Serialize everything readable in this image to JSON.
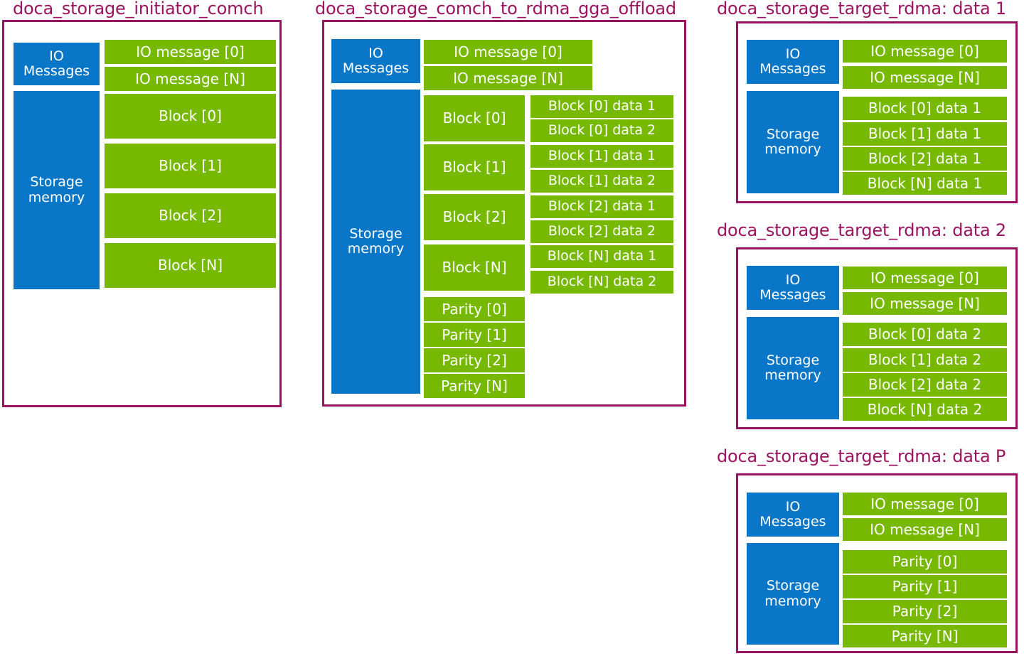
{
  "colors": {
    "frame_border": "#9B1360",
    "title_text": "#9B1360",
    "blue_block": "#0A76C8",
    "green_block": "#76B900",
    "block_text": "#FFFFFF",
    "background": "#FFFFFF"
  },
  "labels": {
    "io_messages": "IO\nMessages",
    "storage_memory": "Storage\nmemory"
  },
  "panels": [
    {
      "id": "initiator-comch",
      "title": "doca_storage_initiator_comch",
      "io_section_label": "IO Messages",
      "storage_section_label": "Storage memory",
      "io_messages": [
        "IO message [0]",
        "IO message [N]"
      ],
      "storage_items": [
        "Block [0]",
        "Block [1]",
        "Block [2]",
        "Block [N]"
      ]
    },
    {
      "id": "comch-to-rdma-gga-offload",
      "title": "doca_storage_comch_to_rdma_gga_offload",
      "io_section_label": "IO Messages",
      "storage_section_label": "Storage memory",
      "io_messages": [
        "IO message [0]",
        "IO message [N]"
      ],
      "blocks": [
        "Block [0]",
        "Block [1]",
        "Block [2]",
        "Block [N]"
      ],
      "parity": [
        "Parity [0]",
        "Parity [1]",
        "Parity [2]",
        "Parity [N]"
      ],
      "block_data": [
        "Block [0] data 1",
        "Block [0] data 2",
        "Block [1] data 1",
        "Block [1] data 2",
        "Block [2] data 1",
        "Block [2] data 2",
        "Block [N] data 1",
        "Block [N] data 2"
      ]
    },
    {
      "id": "target-rdma-data-1",
      "title": "doca_storage_target_rdma: data 1",
      "io_section_label": "IO Messages",
      "storage_section_label": "Storage memory",
      "io_messages": [
        "IO message [0]",
        "IO message [N]"
      ],
      "storage_items": [
        "Block [0] data 1",
        "Block [1] data 1",
        "Block [2] data 1",
        "Block [N] data 1"
      ]
    },
    {
      "id": "target-rdma-data-2",
      "title": "doca_storage_target_rdma: data 2",
      "io_section_label": "IO Messages",
      "storage_section_label": "Storage memory",
      "io_messages": [
        "IO message [0]",
        "IO message [N]"
      ],
      "storage_items": [
        "Block [0] data 2",
        "Block [1] data 2",
        "Block [2] data 2",
        "Block [N] data 2"
      ]
    },
    {
      "id": "target-rdma-data-p",
      "title": "doca_storage_target_rdma: data P",
      "io_section_label": "IO Messages",
      "storage_section_label": "Storage memory",
      "io_messages": [
        "IO message [0]",
        "IO message [N]"
      ],
      "storage_items": [
        "Parity [0]",
        "Parity [1]",
        "Parity [2]",
        "Parity [N]"
      ]
    }
  ]
}
